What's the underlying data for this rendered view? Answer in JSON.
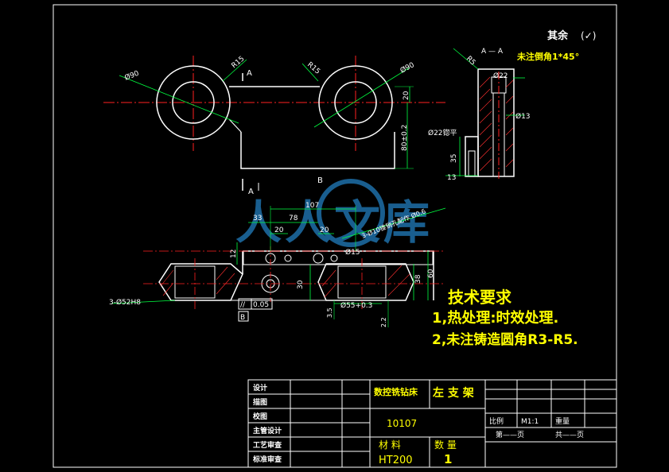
{
  "corner_note": {
    "prefix": "其余",
    "symbol": "(✓)"
  },
  "section": {
    "label_top": "A — A",
    "chamfer_note": "未注倒角1*45°",
    "r5": "R5",
    "phi22": "Ø22",
    "phi13": "Ø13",
    "phi22_spotface": "Ø22锪平",
    "dim_35": "35",
    "dim_13": "13"
  },
  "top_view": {
    "phi90_left": "Ø90",
    "r15_left": "R15",
    "r15_right": "R15",
    "phi90_right": "Ø90",
    "a_top": "A",
    "a_bottom": "A",
    "dim_20": "20",
    "dim_80": "80±0.2",
    "b_label": "B"
  },
  "front_view": {
    "dim_107": "107",
    "dim_33": "33",
    "dim_78": "78",
    "dim_20a": "20",
    "dim_20b": "20",
    "thread_note": "3-Ø10锥销孔配作 Ø0.6",
    "phi15": "Ø15",
    "dim_12": "12",
    "dim_30": "30",
    "dim_60": "60",
    "dim_38": "38",
    "bore_left": "3-Ø52H8",
    "bore_right": "Ø55+0.3",
    "dim_35": "3.5",
    "dim_22": "2.2",
    "parallel_tol": "//",
    "parallel_val": "0.05",
    "datum_b": "B"
  },
  "watermark": {
    "text": "人人文库"
  },
  "tech_req": {
    "title": "技术要求",
    "item1": "1,热处理:时效处理.",
    "item2": "2,未注铸造圆角R3-R5."
  },
  "title_block": {
    "design": "设计",
    "draw": "描图",
    "check": "校图",
    "chief": "主管设计",
    "process": "工艺审查",
    "standard": "标准审查",
    "machine": "数控铣钻床",
    "part_name": "左 支 架",
    "drawing_no": "10107",
    "material_label": "材    料",
    "qty_label": "数    量",
    "material": "HT200",
    "qty": "1",
    "scale_label": "比例",
    "scale_val": "M1:1",
    "weight_label": "重量",
    "sheet_no": "第——页",
    "sheet_total": "共——页"
  },
  "colors": {
    "background": "#000000",
    "outline": "#ffffff",
    "centerline": "#ff2020",
    "dimension": "#00ff40",
    "accent": "#ffff00",
    "hatch": "#ff3030",
    "watermark": "#1e6fa8"
  }
}
